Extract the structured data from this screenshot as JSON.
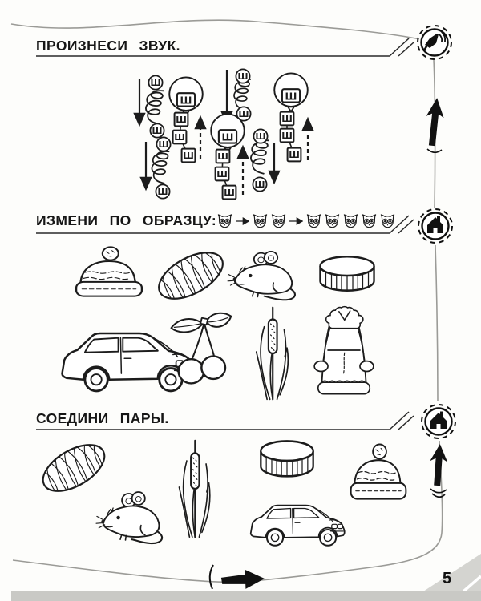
{
  "page": {
    "number": "5",
    "ink": "#1c1c1c",
    "connector_gray": "#9b9b97",
    "corner_gray": "#d4d4d0",
    "bar_gray": "#c9c9c5"
  },
  "sections": [
    {
      "title": "ПРОИЗНЕСИ ЗВУК.",
      "sound_letter": "Ш",
      "diagram": "spirals-balloons-arrows articulation exercise"
    },
    {
      "title": "ИЗМЕНИ ПО ОБРАЗЦУ:",
      "pattern": {
        "icon": "cat-face",
        "groups": [
          1,
          2,
          5
        ]
      },
      "pictures_row1": [
        "knitted-hat",
        "pine-cone",
        "mouse",
        "puck"
      ],
      "pictures_row2": [
        "car",
        "cherries",
        "reed-cattail",
        "fur-coat"
      ]
    },
    {
      "title": "СОЕДИНИ ПАРЫ.",
      "pictures": [
        "pine-cone",
        "mouse",
        "reed-cattail",
        "puck",
        "car",
        "knitted-hat"
      ]
    }
  ],
  "margin": {
    "icons": [
      "loudspeaker",
      "house",
      "house"
    ]
  }
}
